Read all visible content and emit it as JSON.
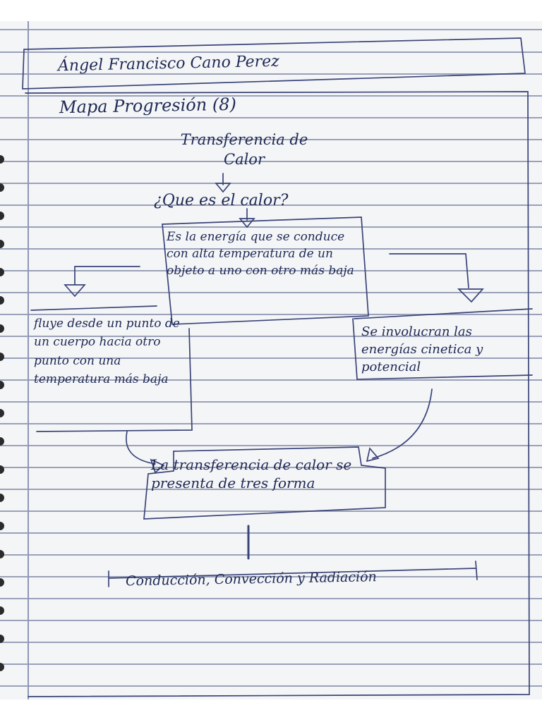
{
  "header": {
    "name": "Ángel Francisco Cano Perez",
    "title": "Mapa Progresión (8)"
  },
  "diagram": {
    "topic": "Transferencia de Calor",
    "question": "¿Que es el calor?",
    "definition": "Es la energía que se conduce con alta temperatura de un objeto a uno con otro más baja",
    "left_node": "fluye desde un punto de un cuerpo hacia otro punto con una temperatura más baja",
    "right_node": "Se involucran las energías cinetica y potencial",
    "middle_node": "La transferencia de calor se presenta de tres forma",
    "bottom_node": "Conducción, Convección y Radiación"
  },
  "colors": {
    "ink": "#1f2a55",
    "paper": "#f4f5f7",
    "rule_lines": "#9aa1b8"
  }
}
